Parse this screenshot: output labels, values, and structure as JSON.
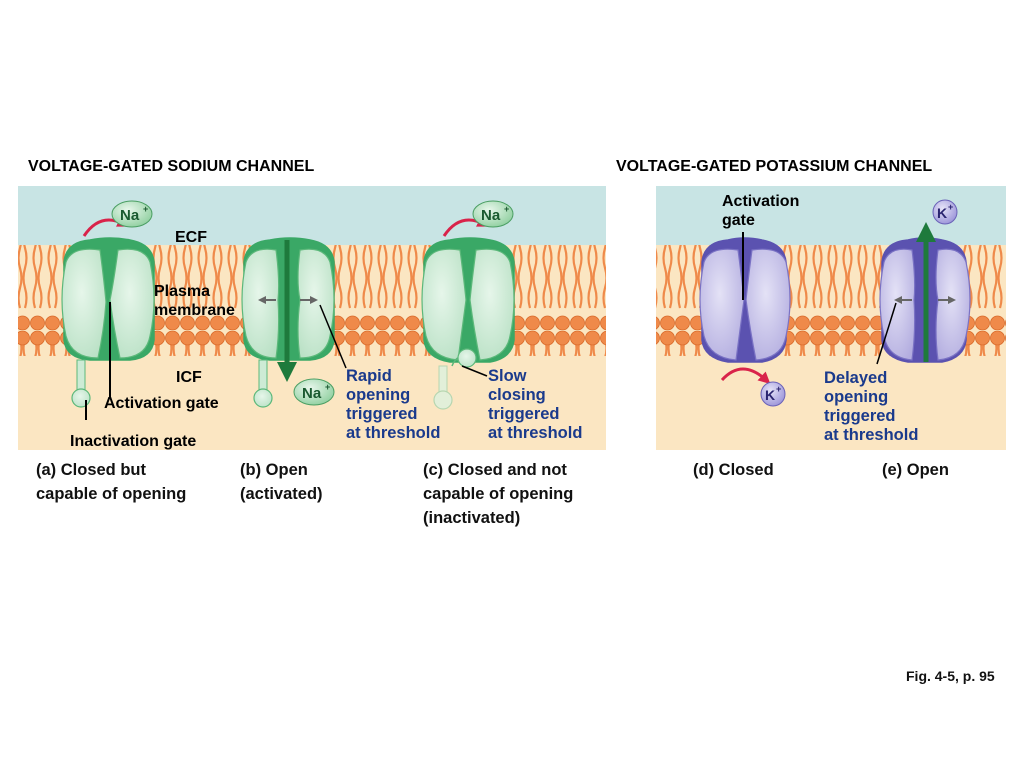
{
  "sodium": {
    "title": "VOLTAGE-GATED SODIUM CHANNEL",
    "ecf": "ECF",
    "icf": "ICF",
    "plasma_membrane": "Plasma\nmembrane",
    "activation_gate": "Activation gate",
    "inactivation_gate": "Inactivation gate",
    "ion_label": "Na",
    "ion_charge": "+",
    "rapid": "Rapid\nopening\ntriggered\nat threshold",
    "slow": "Slow\nclosing\ntriggered\nat threshold",
    "captions": [
      "(a) Closed but\ncapable of opening",
      "(b) Open\n(activated)",
      "(c) Closed and not\ncapable of opening\n(inactivated)"
    ]
  },
  "potassium": {
    "title": "VOLTAGE-GATED POTASSIUM CHANNEL",
    "activation_gate": "Activation\ngate",
    "ion_label": "K",
    "ion_charge": "+",
    "delayed": "Delayed\nopening\ntriggered\nat threshold",
    "captions": [
      "(d) Closed",
      "(e) Open"
    ]
  },
  "colors": {
    "ecf": "#c8e4e4",
    "icf": "#fbe6c2",
    "lipid": "#ef8a4a",
    "na_channel": "#cdebd5",
    "na_pore": "#3aa866",
    "k_channel": "#c9c6ea",
    "k_pore": "#5b52b0",
    "flow_arrow": "#1e7a3c",
    "curved_arrow": "#d9234a",
    "label_blue": "#1a3a8c"
  },
  "figure_ref": "Fig. 4-5, p. 95"
}
